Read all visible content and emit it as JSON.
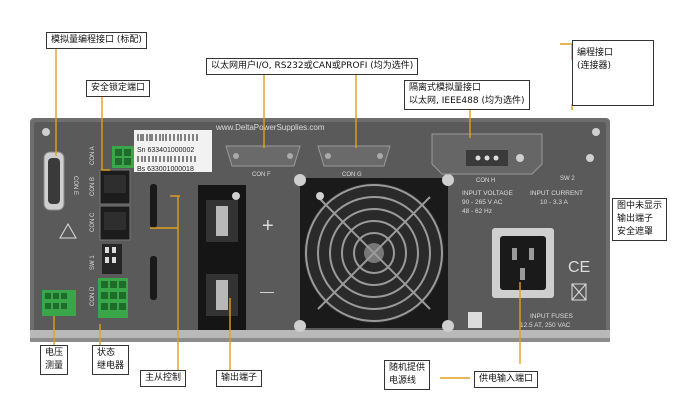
{
  "callouts": {
    "analog_prog": "模拟量编程接口 (标配)",
    "eth_io": "以太网用户I/O, RS232或CAN或PROFI (均为选件)",
    "prog_conn_l1": "编程接口",
    "prog_conn_l2": "(连接器)",
    "safety_lock": "安全锁定端口",
    "isolated_l1": "隔离式模拟量接口",
    "isolated_l2": "以太网, IEEE488 (均为选件)",
    "not_shown_l1": "图中未显示",
    "not_shown_l2": "输出端子",
    "not_shown_l3": "安全遮罩",
    "voltage_l1": "电压",
    "voltage_l2": "测量",
    "status_l1": "状态",
    "status_l2": "继电器",
    "master_slave": "主从控制",
    "output_term": "输出端子",
    "cord_l1": "随机提供",
    "cord_l2": "电源线",
    "power_in": "供电输入端口"
  },
  "panel": {
    "website": "www.DeltaPowerSupplies.com",
    "sn": "Sn 633401000002",
    "bs": "Bs 633001000018",
    "con_a": "CON A",
    "con_b": "CON B",
    "con_c": "CON C",
    "con_d": "CON D",
    "con_e": "CON E",
    "con_f": "CON F",
    "con_g": "CON G",
    "con_h": "CON H",
    "sw1": "SW 1",
    "sw2": "SW 2",
    "input_voltage": "INPUT VOLTAGE",
    "voltage_range": "90 - 265 V AC",
    "freq_range": "48 - 62 Hz",
    "input_current": "INPUT CURRENT",
    "current_range": "10 - 3.3 A",
    "input_fuses": "INPUT FUSES",
    "fuse_rating": "12.5 AT, 250 VAC",
    "plus": "+",
    "minus": "—",
    "ce": "CE"
  }
}
